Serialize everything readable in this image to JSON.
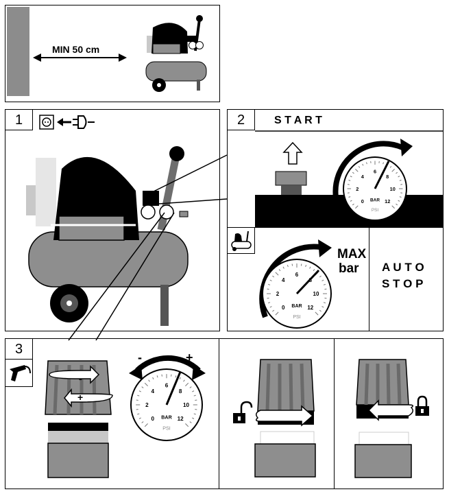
{
  "top": {
    "distance_label": "MIN  50 cm"
  },
  "step1": {
    "number": "1"
  },
  "step2": {
    "number": "2",
    "title": "S T A R T"
  },
  "maxbar": {
    "line1": "MAX",
    "line2": "bar"
  },
  "autostop": {
    "line1": "A U T O",
    "line2": "S T O P"
  },
  "step3": {
    "number": "3",
    "minus": "-",
    "plus": "+"
  },
  "gauge": {
    "bar_ticks": [
      "0",
      "2",
      "4",
      "6",
      "8",
      "10",
      "12"
    ],
    "bar_unit": "BAR",
    "psi_unit": "PSI"
  },
  "icons": [
    "socket-icon",
    "plug-icon",
    "compressor-icon",
    "air-gun-icon",
    "unlock-icon",
    "lock-icon"
  ]
}
